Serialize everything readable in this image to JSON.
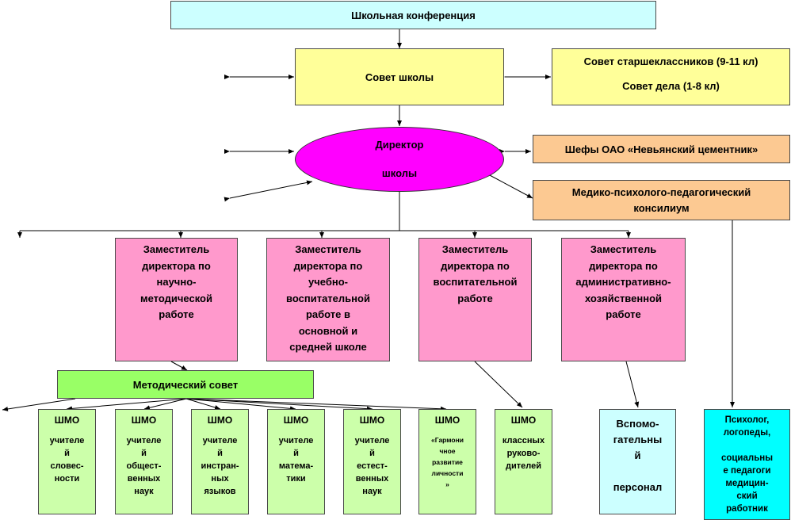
{
  "conference": "Школьная конференция",
  "school_council": "Совет школы",
  "senior_council": {
    "line1": "Совет старшеклассников (9-11 кл)",
    "line2": "Совет дела (1-8 кл)"
  },
  "director": {
    "line1": "Директор",
    "line2": "школы"
  },
  "sponsors": "Шефы ОАО «Невьянский цементник»",
  "consilium": "Медико-психолого-педагогический\nконсилиум",
  "deputies": [
    "Заместитель\nдиректора по\nнаучно-\nметодической\nработе",
    "Заместитель\nдиректора по\nучебно-\nвоспитательной\nработе в\nосновной и\nсредней школе",
    "Заместитель\nдиректора по\nвоспитательной\nработе",
    "Заместитель\nдиректора по\nадминистративно-\nхозяйственной\nработе"
  ],
  "methodical_council": "Методический совет",
  "shmo": [
    {
      "head": "ШМО",
      "body": "учителе\nй\nсловес-\nности"
    },
    {
      "head": "ШМО",
      "body": "учителе\nй\nобщест-\nвенных\nнаук"
    },
    {
      "head": "ШМО",
      "body": "учителе\nй\nинстран-\nных\nязыков"
    },
    {
      "head": "ШМО",
      "body": "учителе\nй\nматема-\nтики"
    },
    {
      "head": "ШМО",
      "body": "учителе\nй\nестест-\nвенных\nнаук"
    },
    {
      "head": "ШМО",
      "body": "«Гармони\nчное\nразвитие\nличности\n»"
    },
    {
      "head": "ШМО",
      "body": "классных\nруково-\nдителей"
    }
  ],
  "support_staff": "Вспомо-\nгательны\nй\n\nперсонал",
  "specialists": "Психолог,\nлогопеды,\n\nсоциальны\nе педагоги\nмедицин-\nский\nработник"
}
